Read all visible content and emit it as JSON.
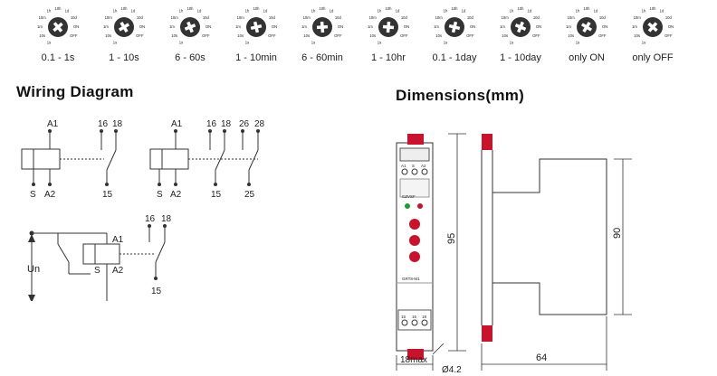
{
  "dial_scale": {
    "labels": [
      "1s",
      "10s",
      "1m",
      "10m",
      "1h",
      "10h",
      "1d",
      "10d",
      "ON",
      "OFF"
    ]
  },
  "dials": [
    {
      "caption": "0.1 - 1s"
    },
    {
      "caption": "1 - 10s"
    },
    {
      "caption": "6 - 60s"
    },
    {
      "caption": "1 - 10min"
    },
    {
      "caption": "6 - 60min"
    },
    {
      "caption": "1 - 10hr"
    },
    {
      "caption": "0.1 - 1day"
    },
    {
      "caption": "1 - 10day"
    },
    {
      "caption": "only ON"
    },
    {
      "caption": "only OFF"
    }
  ],
  "wiring": {
    "title": "Wiring Diagram",
    "terminals": {
      "a1": "A1",
      "a2": "A2",
      "s": "S",
      "t15": "15",
      "t16": "16",
      "t18": "18",
      "t25": "25",
      "t26": "26",
      "t28": "28"
    },
    "supply_label": "Un"
  },
  "dimensions": {
    "title": "Dimensions(mm)",
    "height_total": "95",
    "height_body": "90",
    "width_max": "18max",
    "depth": "64",
    "hole": "Ø4.2",
    "front_model": "GRT8-M1",
    "brand": "CZVSF",
    "front_terminals_top": [
      "A1",
      "S",
      "A2"
    ],
    "front_terminals_bottom": [
      "15",
      "16",
      "18"
    ]
  }
}
